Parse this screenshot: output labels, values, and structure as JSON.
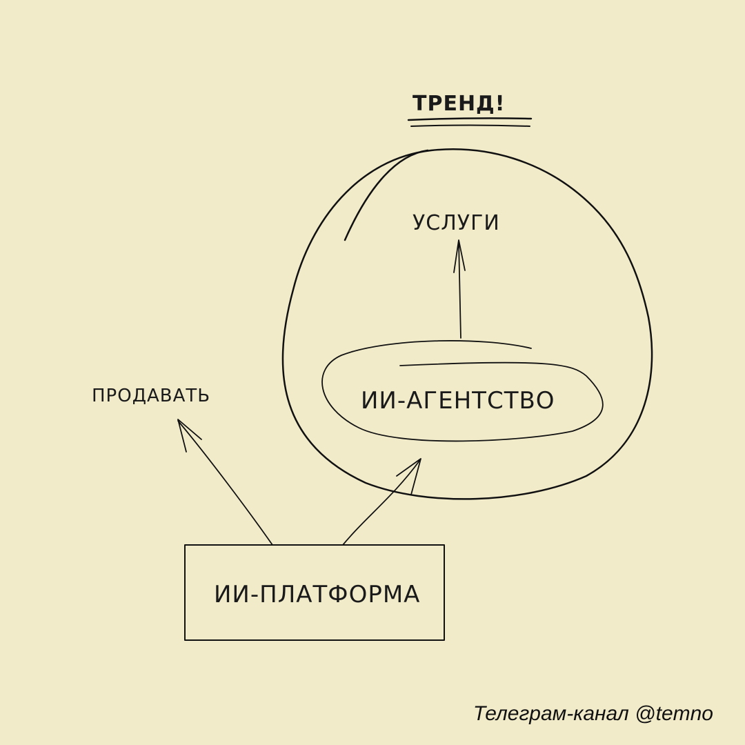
{
  "title": "ТРЕНД!",
  "nodes": {
    "services": "УСЛУГИ",
    "agency": "ИИ-АГЕНТСТВО",
    "sell": "ПРОДАВАТЬ",
    "platform": "ИИ-ПЛАТФОРМА"
  },
  "footer": "Телеграм-канал @temno",
  "colors": {
    "background": "#f1ebca",
    "ink": "#111111"
  }
}
